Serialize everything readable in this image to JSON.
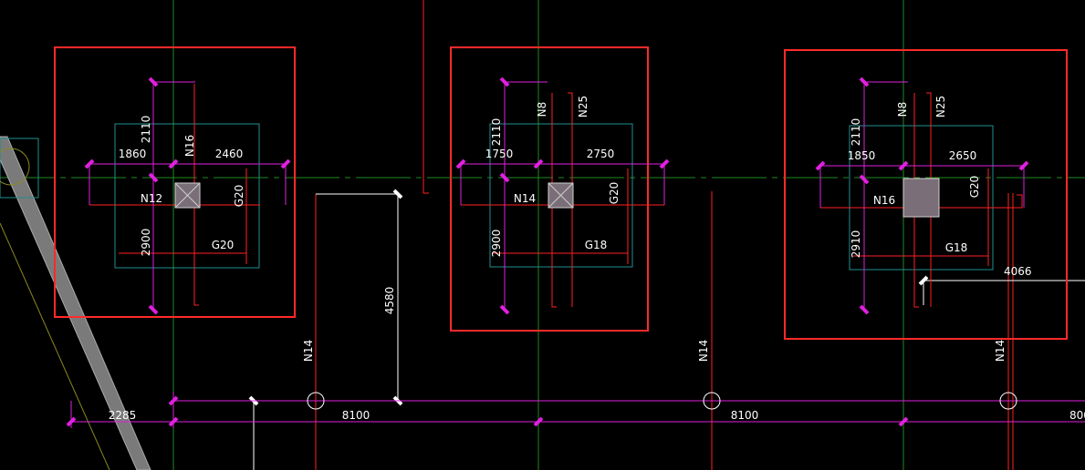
{
  "colors": {
    "background": "#000000",
    "axis_green": "#1f8a1f",
    "frame_red": "#ff2a2a",
    "rebar_red": "#ff2020",
    "dim_magenta": "#e020e0",
    "pad_teal": "#1f8f8f",
    "white": "#ffffff",
    "column_fill": "#7a6e78"
  },
  "footings": [
    {
      "top_dim": "2110",
      "left_dim": "1860",
      "right_dim": "2460",
      "bottom_dim": "2900",
      "vertical_tag": "N16",
      "left_tag": "N12",
      "right_tag": "G20",
      "bottom_tag": "G20",
      "extra_tag": ""
    },
    {
      "top_dim": "2110",
      "left_dim": "1750",
      "right_dim": "2750",
      "bottom_dim": "2900",
      "vertical_tag": "N8",
      "left_tag": "N14",
      "right_tag": "G20",
      "bottom_tag": "G18",
      "extra_tag": "N25"
    },
    {
      "top_dim": "2110",
      "left_dim": "1850",
      "right_dim": "2650",
      "bottom_dim": "2910",
      "vertical_tag": "N8",
      "left_tag": "N16",
      "right_tag": "G20",
      "bottom_tag": "G18",
      "extra_tag": "N25"
    }
  ],
  "beams": {
    "tie_left_tag": "N14",
    "tie_mid_tag": "N14",
    "tie_right_tag": "N14",
    "vertical_dim": "4580",
    "right_dim": "4066"
  },
  "bottom_dims": {
    "left": "2285",
    "span1": "8100",
    "span2": "8100",
    "span3": "800"
  }
}
